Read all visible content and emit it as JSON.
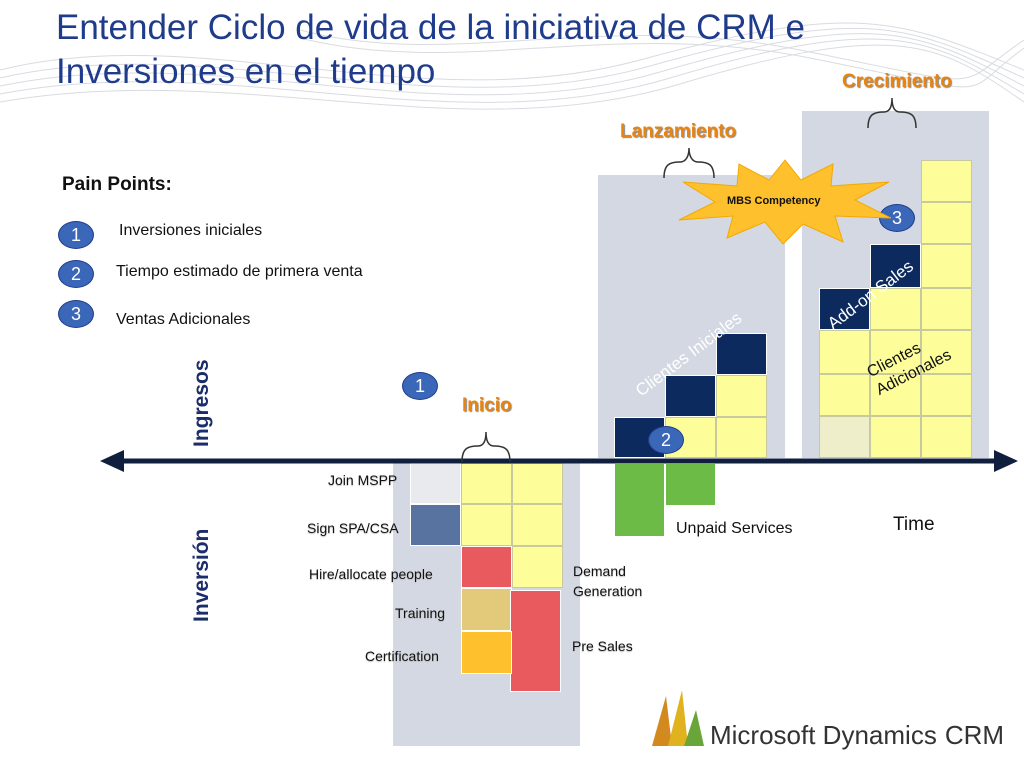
{
  "title": "Entender Ciclo de vida de la iniciativa de CRM e Inversiones en el tiempo",
  "pain_points": {
    "heading": "Pain Points:",
    "items": [
      {
        "num": "1",
        "label": "Inversiones iniciales"
      },
      {
        "num": "2",
        "label": "Tiempo estimado de primera venta"
      },
      {
        "num": "3",
        "label": "Ventas Adicionales"
      }
    ]
  },
  "axis": {
    "ingresos": "Ingresos",
    "inversion": "Inversión",
    "time": "Time"
  },
  "phases": {
    "inicio": "Inicio",
    "lanzamiento": "Lanzamiento",
    "crecimiento": "Crecimiento"
  },
  "markers": {
    "m1": "1",
    "m2": "2",
    "m3": "3"
  },
  "investment_rows": [
    "Join MSPP",
    "Sign SPA/CSA",
    "Hire/allocate people",
    "Training",
    "Certification"
  ],
  "investment_side": {
    "demand": "Demand Generation",
    "presales": "Pre Sales",
    "unpaid": "Unpaid Services"
  },
  "revenue_labels": {
    "clientes_iniciales": "Clientes Iniciales",
    "addon": "Add-on Sales",
    "clientes_adicionales": "Clientes Adicionales"
  },
  "burst": "MBS Competency",
  "logo": {
    "brand": "Microsoft Dynamics",
    "product": "CRM"
  }
}
